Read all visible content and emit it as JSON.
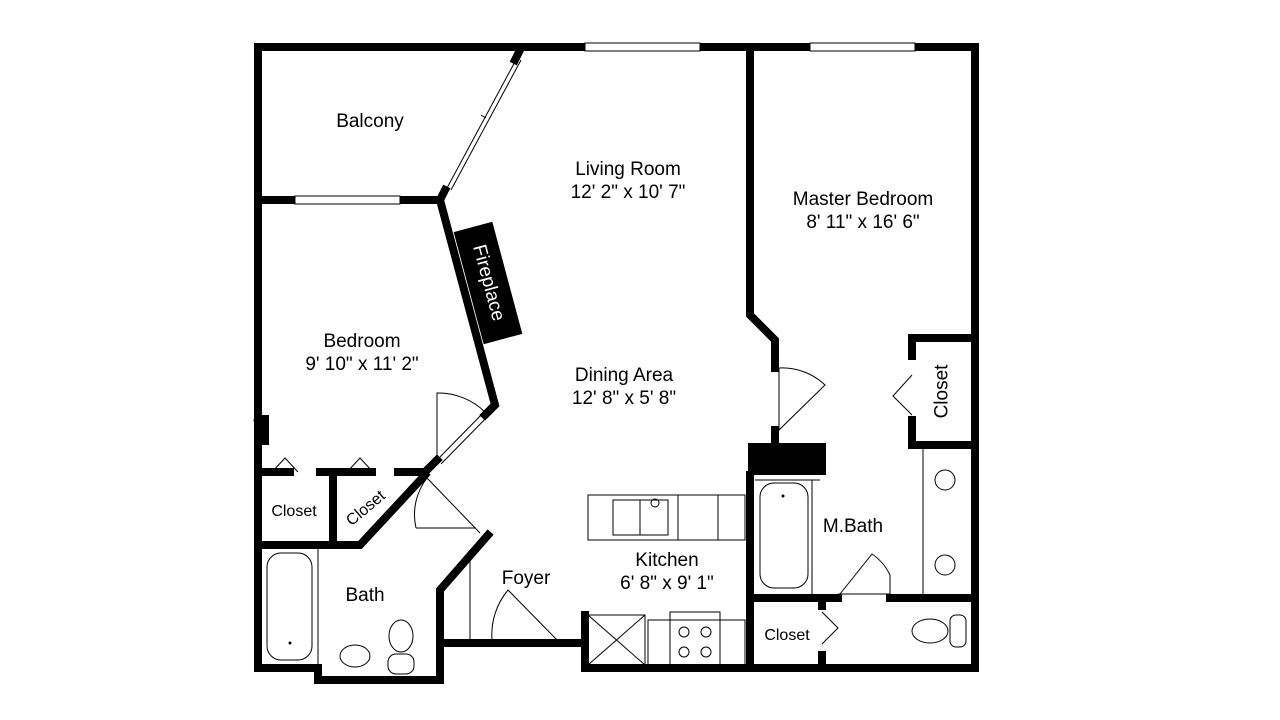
{
  "rooms": {
    "balcony": {
      "name": "Balcony"
    },
    "living_room": {
      "name": "Living Room",
      "size": "12' 2\" x 10' 7\""
    },
    "master_bedroom": {
      "name": "Master Bedroom",
      "size": "8' 11\" x 16' 6\""
    },
    "fireplace": {
      "name": "Fireplace"
    },
    "bedroom": {
      "name": "Bedroom",
      "size": "9' 10\" x 11' 2\""
    },
    "dining_area": {
      "name": "Dining Area",
      "size": "12' 8\" x 5' 8\""
    },
    "master_closet": {
      "name": "Closet"
    },
    "closet_1": {
      "name": "Closet"
    },
    "closet_2": {
      "name": "Closet"
    },
    "master_bath": {
      "name": "M.Bath"
    },
    "kitchen": {
      "name": "Kitchen",
      "size": "6' 8\" x 9' 1\""
    },
    "foyer": {
      "name": "Foyer"
    },
    "bath": {
      "name": "Bath"
    },
    "closet_3": {
      "name": "Closet"
    }
  }
}
